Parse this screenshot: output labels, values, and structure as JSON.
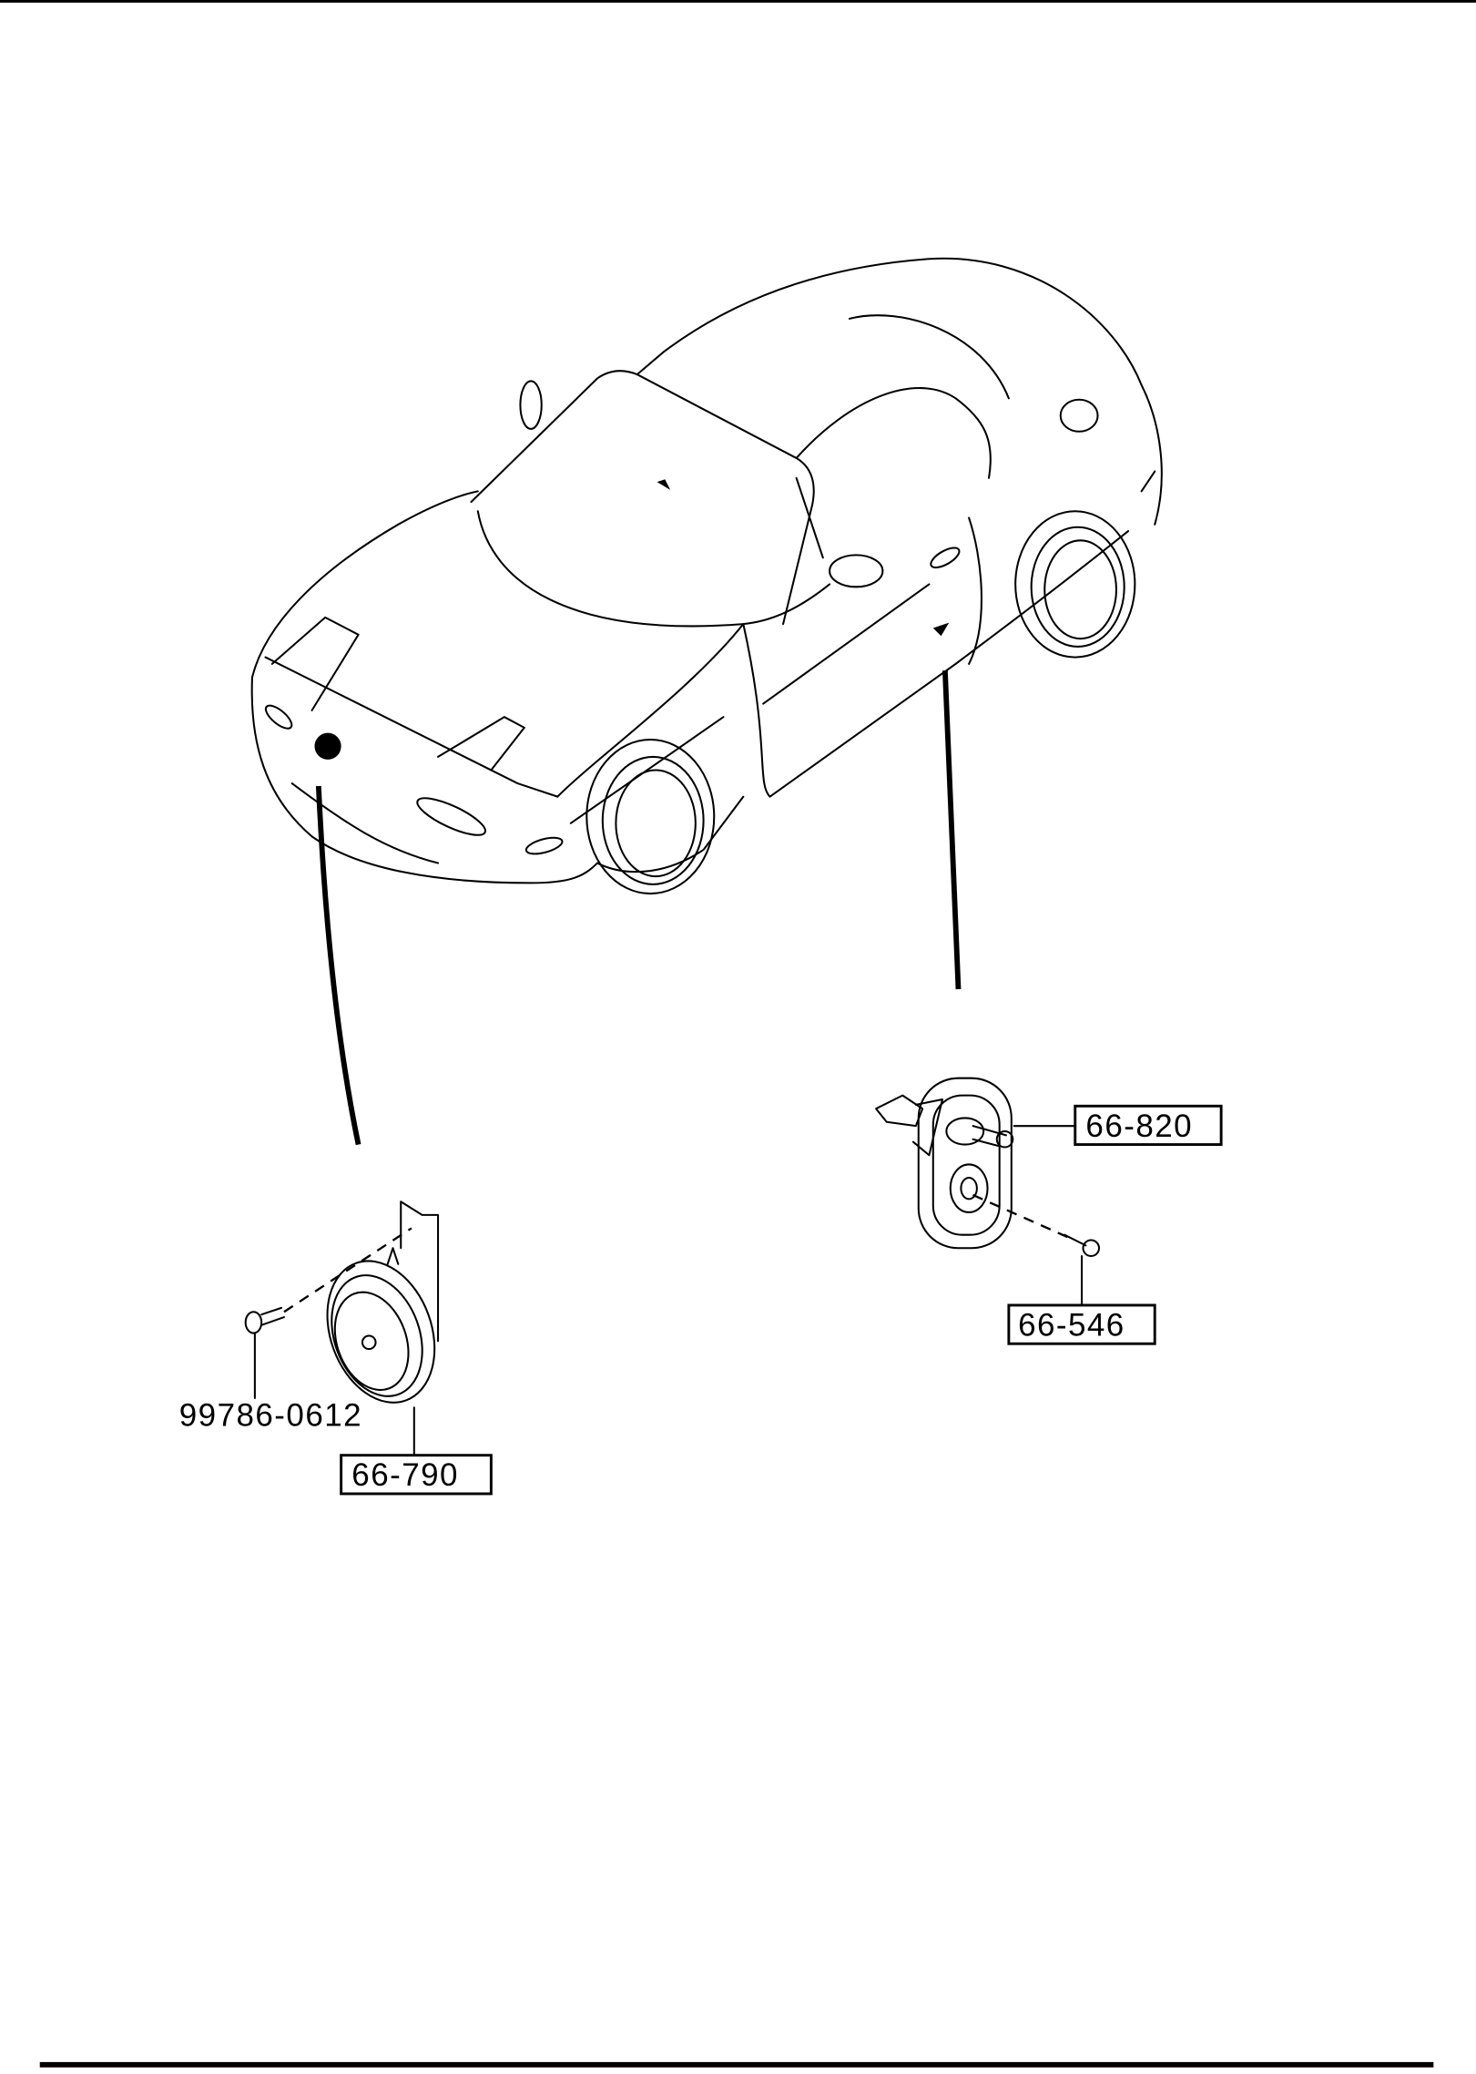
{
  "diagram": {
    "parts": {
      "horn_bolt": "99786-0612",
      "horn": "66-790",
      "door_switch": "66-820",
      "door_switch_screw": "66-546"
    },
    "colors": {
      "line": "#000000",
      "background": "#ffffff"
    }
  }
}
